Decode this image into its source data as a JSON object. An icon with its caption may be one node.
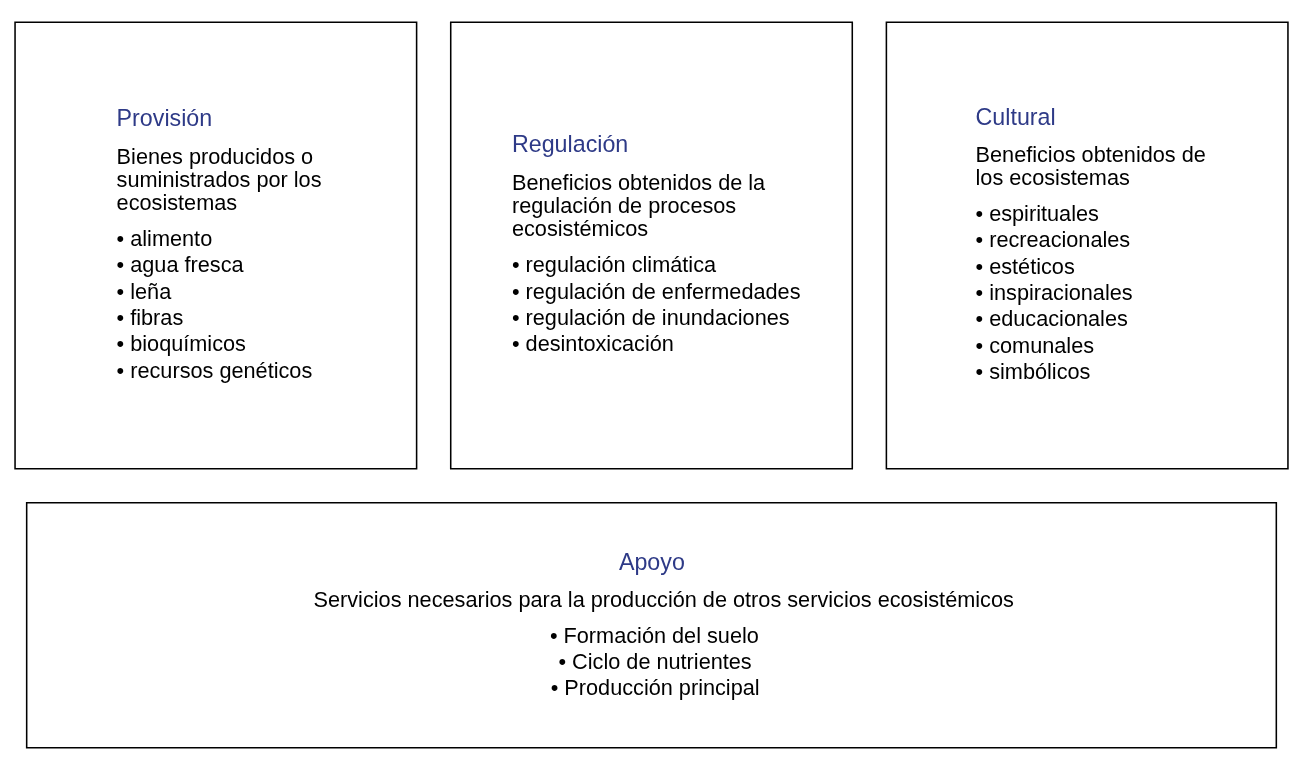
{
  "diagram": {
    "nodes": [
      {
        "text": [
          "Provisión",
          "Bienes producidos o suministrados por los ecosistemas",
          "• alimento",
          "• agua fresca",
          "• leña",
          "• fibras",
          "• bioquímicos",
          "• recursos genéticos"
        ]
      },
      {
        "text": [
          "Regulación",
          "Beneficios obtenidos de la regulación de procesos ecosistémicos",
          "• regulación climática",
          "• regulación de enfermedades",
          "• regulación de inundaciones",
          "• desintoxicación"
        ]
      },
      {
        "text": [
          "Cultural",
          "Beneficios obtenidos de los ecosistemas",
          "• espirituales",
          "• recreacionales",
          "• estéticos",
          "• inspiracionales",
          "• educacionales",
          "• comunales",
          "• simbólicos"
        ]
      },
      {
        "text": [
          "Apoyo",
          "Servicios necesarios para la producción de otros servicios ecosistémicos",
          "• Formación del suelo",
          "• Ciclo de nutrientes",
          "• Producción principal"
        ]
      }
    ],
    "edges": []
  }
}
